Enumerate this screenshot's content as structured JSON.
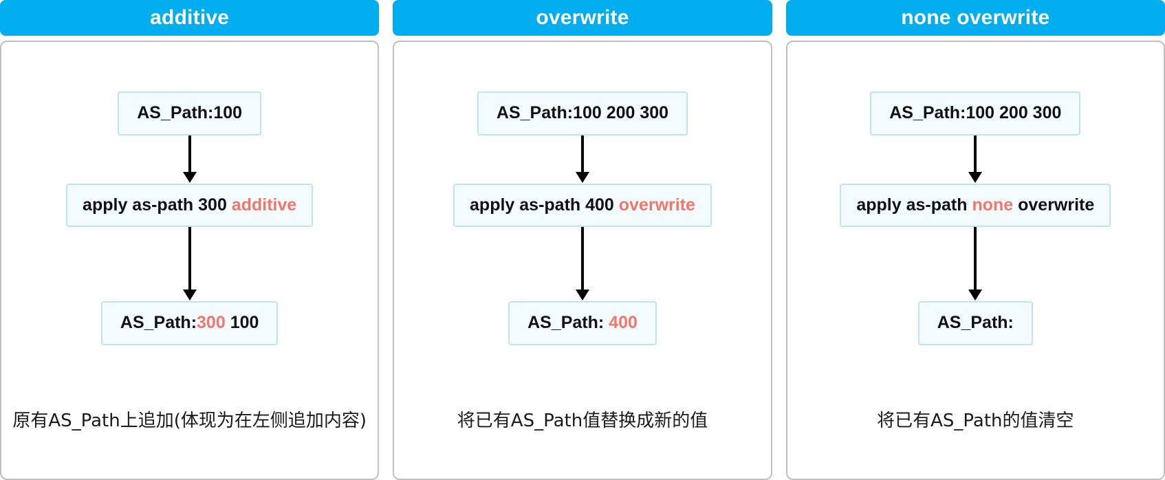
{
  "colors": {
    "header_blue": "#00AEEF",
    "highlight_red": "#F4766B",
    "node_border": "#BCE4F5",
    "node_fill": "#F4FBFE",
    "panel_border": "#BFBFBF"
  },
  "panels": [
    {
      "header": "additive",
      "input": {
        "prefix": "AS_Path:100",
        "highlight": "",
        "suffix": ""
      },
      "action": {
        "prefix": "apply as-path 300 ",
        "highlight": "additive",
        "suffix": ""
      },
      "output": {
        "prefix": "AS_Path:",
        "highlight": "300",
        "suffix": " 100"
      },
      "caption": "原有AS_Path上追加(体现为在左侧追加内容)"
    },
    {
      "header": "overwrite",
      "input": {
        "prefix": "AS_Path:100 200 300",
        "highlight": "",
        "suffix": ""
      },
      "action": {
        "prefix": "apply as-path 400 ",
        "highlight": "overwrite",
        "suffix": ""
      },
      "output": {
        "prefix": "AS_Path: ",
        "highlight": "400",
        "suffix": ""
      },
      "caption": "将已有AS_Path值替换成新的值"
    },
    {
      "header": "none overwrite",
      "input": {
        "prefix": "AS_Path:100 200 300",
        "highlight": "",
        "suffix": ""
      },
      "action": {
        "prefix": "apply as-path ",
        "highlight": "none",
        "suffix": " overwrite"
      },
      "output": {
        "prefix": "AS_Path:",
        "highlight": "",
        "suffix": ""
      },
      "caption": "将已有AS_Path的值清空"
    }
  ]
}
